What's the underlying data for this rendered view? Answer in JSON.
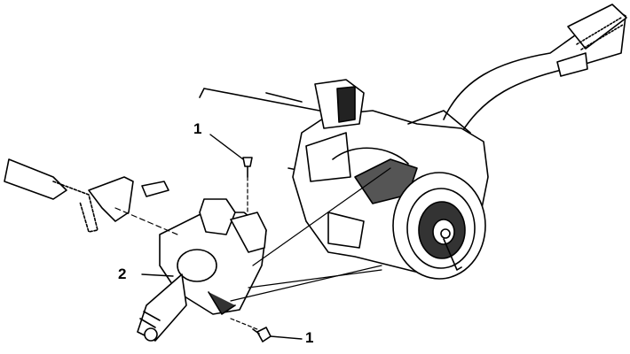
{
  "diagram": {
    "callouts": [
      {
        "id": "top-screw",
        "label": "1"
      },
      {
        "id": "switch-assembly",
        "label": "2"
      },
      {
        "id": "bottom-screw",
        "label": "1"
      }
    ],
    "colors": {
      "line": "#000000",
      "fill": "#ffffff",
      "shade": "#333333"
    }
  }
}
